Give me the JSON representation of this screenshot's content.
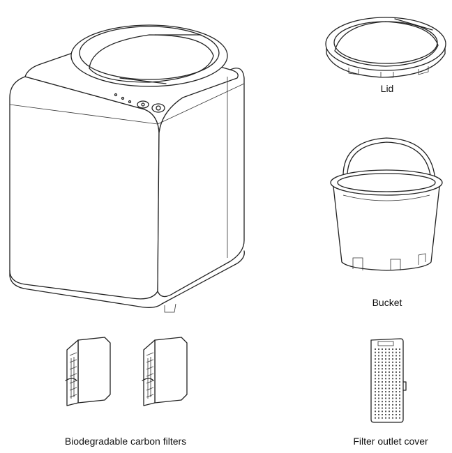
{
  "parts": {
    "lid": {
      "label": "Lid"
    },
    "bucket": {
      "label": "Bucket"
    },
    "filters": {
      "label": "Biodegradable carbon filters"
    },
    "cover": {
      "label": "Filter outlet cover"
    }
  }
}
